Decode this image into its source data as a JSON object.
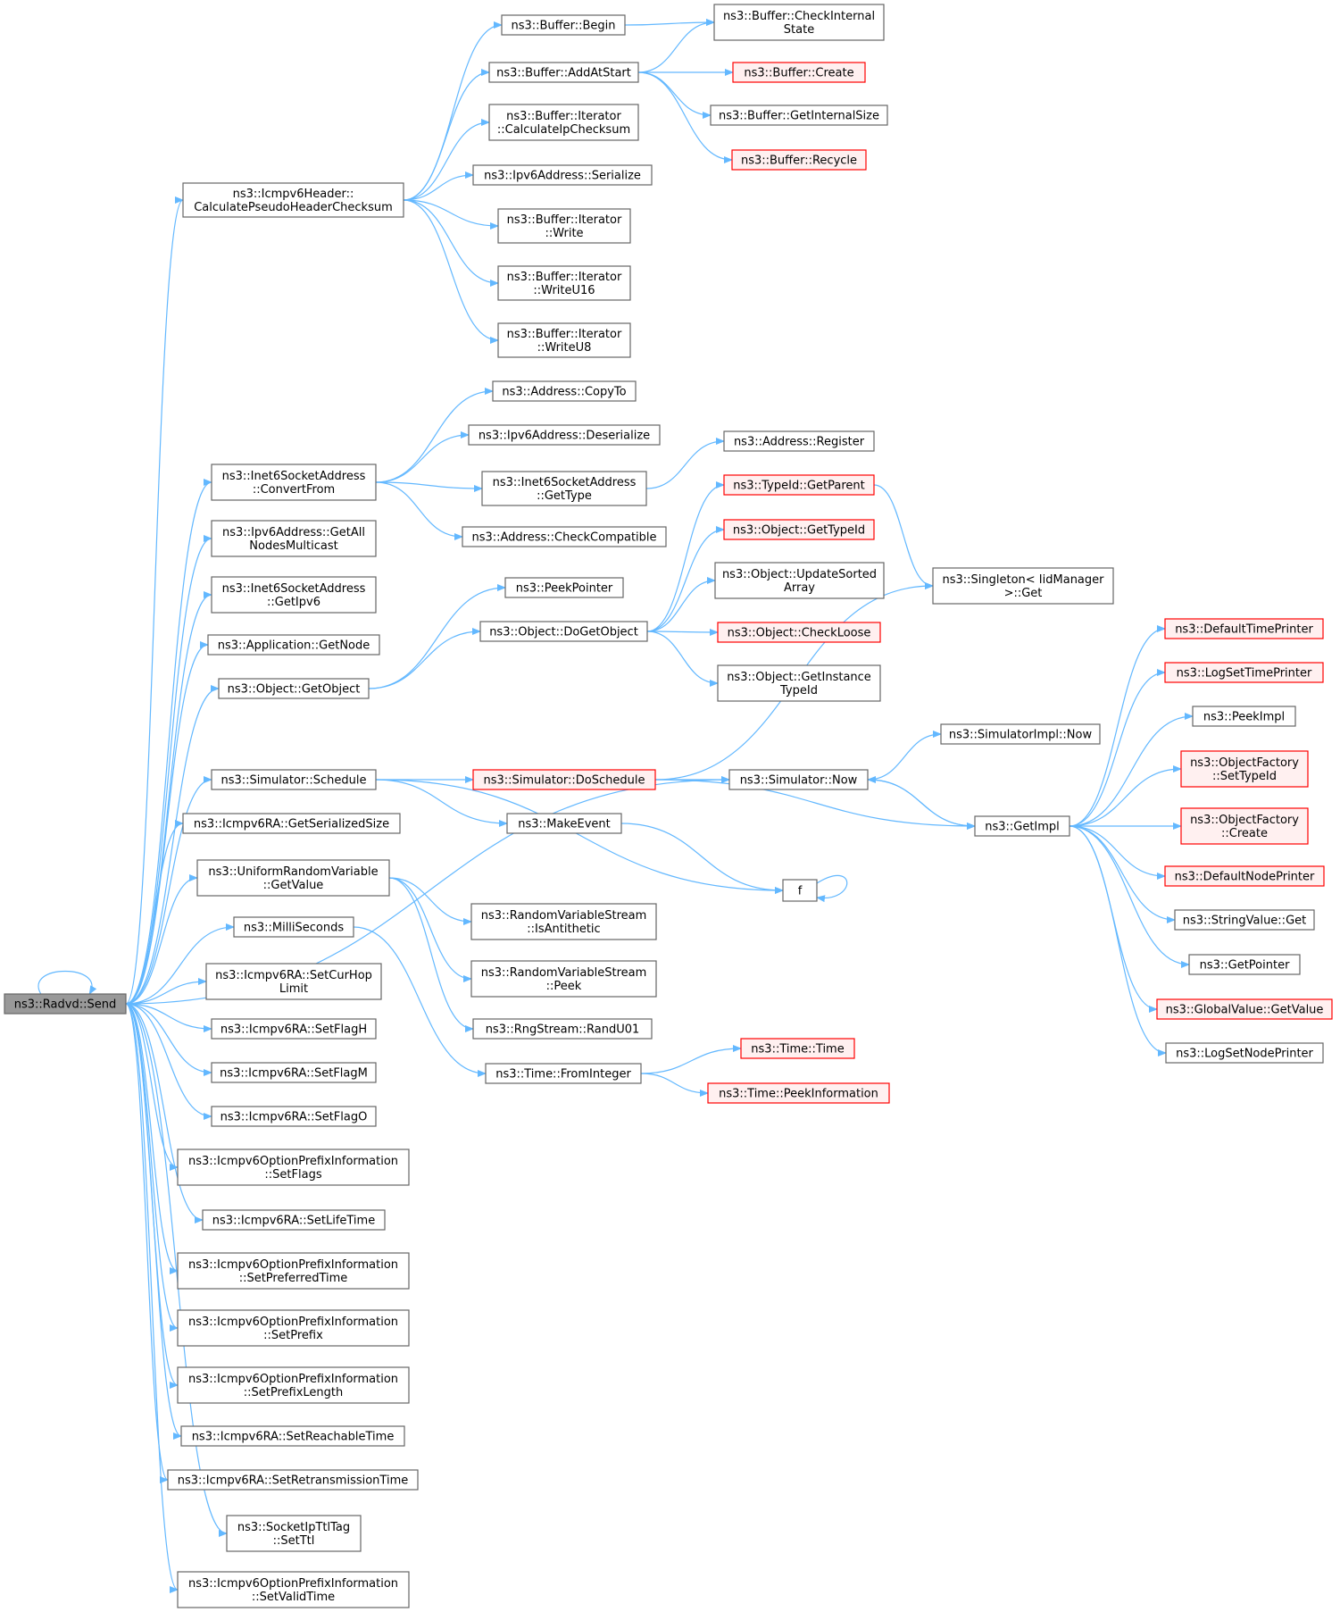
{
  "colors": {
    "edge": "#63b8ff",
    "border_default": "#666666",
    "border_truncated": "#ff0000",
    "fill_default": "#ffffff",
    "fill_truncated": "#fff0f0",
    "fill_root": "#999999"
  },
  "nodes": [
    {
      "id": "send",
      "lines": [
        "ns3::Radvd::Send"
      ],
      "style": "root"
    },
    {
      "id": "calcpseudo",
      "lines": [
        "ns3::Icmpv6Header::",
        "CalculatePseudoHeaderChecksum"
      ],
      "style": "default"
    },
    {
      "id": "bufbegin",
      "lines": [
        "ns3::Buffer::Begin"
      ],
      "style": "default"
    },
    {
      "id": "bufaddstart",
      "lines": [
        "ns3::Buffer::AddAtStart"
      ],
      "style": "default"
    },
    {
      "id": "bufcheck",
      "lines": [
        "ns3::Buffer::CheckInternal",
        "State"
      ],
      "style": "default"
    },
    {
      "id": "bufcreate",
      "lines": [
        "ns3::Buffer::Create"
      ],
      "style": "truncated"
    },
    {
      "id": "bufgetsize",
      "lines": [
        "ns3::Buffer::GetInternalSize"
      ],
      "style": "default"
    },
    {
      "id": "bufrecycle",
      "lines": [
        "ns3::Buffer::Recycle"
      ],
      "style": "truncated"
    },
    {
      "id": "iterchk",
      "lines": [
        "ns3::Buffer::Iterator",
        "::CalculateIpChecksum"
      ],
      "style": "default"
    },
    {
      "id": "ipv6ser",
      "lines": [
        "ns3::Ipv6Address::Serialize"
      ],
      "style": "default"
    },
    {
      "id": "iterwrite",
      "lines": [
        "ns3::Buffer::Iterator",
        "::Write"
      ],
      "style": "default"
    },
    {
      "id": "iterwriteu16",
      "lines": [
        "ns3::Buffer::Iterator",
        "::WriteU16"
      ],
      "style": "default"
    },
    {
      "id": "iterwriteu8",
      "lines": [
        "ns3::Buffer::Iterator",
        "::WriteU8"
      ],
      "style": "default"
    },
    {
      "id": "addrcopy",
      "lines": [
        "ns3::Address::CopyTo"
      ],
      "style": "default"
    },
    {
      "id": "ipv6deser",
      "lines": [
        "ns3::Ipv6Address::Deserialize"
      ],
      "style": "default"
    },
    {
      "id": "inet6conv",
      "lines": [
        "ns3::Inet6SocketAddress",
        "::ConvertFrom"
      ],
      "style": "default"
    },
    {
      "id": "inet6type",
      "lines": [
        "ns3::Inet6SocketAddress",
        "::GetType"
      ],
      "style": "default"
    },
    {
      "id": "addrreg",
      "lines": [
        "ns3::Address::Register"
      ],
      "style": "default"
    },
    {
      "id": "addrcompat",
      "lines": [
        "ns3::Address::CheckCompatible"
      ],
      "style": "default"
    },
    {
      "id": "ipv6allnodes",
      "lines": [
        "ns3::Ipv6Address::GetAll",
        "NodesMulticast"
      ],
      "style": "default"
    },
    {
      "id": "inet6ipv6",
      "lines": [
        "ns3::Inet6SocketAddress",
        "::GetIpv6"
      ],
      "style": "default"
    },
    {
      "id": "appgetnode",
      "lines": [
        "ns3::Application::GetNode"
      ],
      "style": "default"
    },
    {
      "id": "objgetobj",
      "lines": [
        "ns3::Object::GetObject"
      ],
      "style": "default"
    },
    {
      "id": "peekptr",
      "lines": [
        "ns3::PeekPointer"
      ],
      "style": "default"
    },
    {
      "id": "objdoget",
      "lines": [
        "ns3::Object::DoGetObject"
      ],
      "style": "default"
    },
    {
      "id": "typeidparent",
      "lines": [
        "ns3::TypeId::GetParent"
      ],
      "style": "truncated"
    },
    {
      "id": "objgettypeid",
      "lines": [
        "ns3::Object::GetTypeId"
      ],
      "style": "truncated"
    },
    {
      "id": "objupdsorted",
      "lines": [
        "ns3::Object::UpdateSorted",
        "Array"
      ],
      "style": "default"
    },
    {
      "id": "objloose",
      "lines": [
        "ns3::Object::CheckLoose"
      ],
      "style": "truncated"
    },
    {
      "id": "objinsttype",
      "lines": [
        "ns3::Object::GetInstance",
        "TypeId"
      ],
      "style": "default"
    },
    {
      "id": "singleton",
      "lines": [
        "ns3::Singleton< IidManager",
        ">::Get"
      ],
      "style": "default"
    },
    {
      "id": "simschedule",
      "lines": [
        "ns3::Simulator::Schedule"
      ],
      "style": "default"
    },
    {
      "id": "simdosched",
      "lines": [
        "ns3::Simulator::DoSchedule"
      ],
      "style": "truncated"
    },
    {
      "id": "simnow",
      "lines": [
        "ns3::Simulator::Now"
      ],
      "style": "default"
    },
    {
      "id": "simimplnow",
      "lines": [
        "ns3::SimulatorImpl::Now"
      ],
      "style": "default"
    },
    {
      "id": "getimpl",
      "lines": [
        "ns3::GetImpl"
      ],
      "style": "default"
    },
    {
      "id": "makeevent",
      "lines": [
        "ns3::MakeEvent"
      ],
      "style": "default"
    },
    {
      "id": "ffunc",
      "lines": [
        "f"
      ],
      "style": "default"
    },
    {
      "id": "ra_sersize",
      "lines": [
        "ns3::Icmpv6RA::GetSerializedSize"
      ],
      "style": "default"
    },
    {
      "id": "urvgetval",
      "lines": [
        "ns3::UniformRandomVariable",
        "::GetValue"
      ],
      "style": "default"
    },
    {
      "id": "rvsanti",
      "lines": [
        "ns3::RandomVariableStream",
        "::IsAntithetic"
      ],
      "style": "default"
    },
    {
      "id": "rvspeek",
      "lines": [
        "ns3::RandomVariableStream",
        "::Peek"
      ],
      "style": "default"
    },
    {
      "id": "rngrand",
      "lines": [
        "ns3::RngStream::RandU01"
      ],
      "style": "default"
    },
    {
      "id": "millisec",
      "lines": [
        "ns3::MilliSeconds"
      ],
      "style": "default"
    },
    {
      "id": "timefromint",
      "lines": [
        "ns3::Time::FromInteger"
      ],
      "style": "default"
    },
    {
      "id": "timetime",
      "lines": [
        "ns3::Time::Time"
      ],
      "style": "truncated"
    },
    {
      "id": "timepeek",
      "lines": [
        "ns3::Time::PeekInformation"
      ],
      "style": "truncated"
    },
    {
      "id": "ra_curhop",
      "lines": [
        "ns3::Icmpv6RA::SetCurHop",
        "Limit"
      ],
      "style": "default"
    },
    {
      "id": "ra_flagh",
      "lines": [
        "ns3::Icmpv6RA::SetFlagH"
      ],
      "style": "default"
    },
    {
      "id": "ra_flagm",
      "lines": [
        "ns3::Icmpv6RA::SetFlagM"
      ],
      "style": "default"
    },
    {
      "id": "ra_flago",
      "lines": [
        "ns3::Icmpv6RA::SetFlagO"
      ],
      "style": "default"
    },
    {
      "id": "opt_flags",
      "lines": [
        "ns3::Icmpv6OptionPrefixInformation",
        "::SetFlags"
      ],
      "style": "default"
    },
    {
      "id": "ra_life",
      "lines": [
        "ns3::Icmpv6RA::SetLifeTime"
      ],
      "style": "default"
    },
    {
      "id": "opt_pref",
      "lines": [
        "ns3::Icmpv6OptionPrefixInformation",
        "::SetPreferredTime"
      ],
      "style": "default"
    },
    {
      "id": "opt_prefix",
      "lines": [
        "ns3::Icmpv6OptionPrefixInformation",
        "::SetPrefix"
      ],
      "style": "default"
    },
    {
      "id": "opt_plen",
      "lines": [
        "ns3::Icmpv6OptionPrefixInformation",
        "::SetPrefixLength"
      ],
      "style": "default"
    },
    {
      "id": "ra_reach",
      "lines": [
        "ns3::Icmpv6RA::SetReachableTime"
      ],
      "style": "default"
    },
    {
      "id": "ra_retrans",
      "lines": [
        "ns3::Icmpv6RA::SetRetransmissionTime"
      ],
      "style": "default"
    },
    {
      "id": "sockttl",
      "lines": [
        "ns3::SocketIpTtlTag",
        "::SetTtl"
      ],
      "style": "default"
    },
    {
      "id": "opt_valid",
      "lines": [
        "ns3::Icmpv6OptionPrefixInformation",
        "::SetValidTime"
      ],
      "style": "default"
    },
    {
      "id": "deftime",
      "lines": [
        "ns3::DefaultTimePrinter"
      ],
      "style": "truncated"
    },
    {
      "id": "logtime",
      "lines": [
        "ns3::LogSetTimePrinter"
      ],
      "style": "truncated"
    },
    {
      "id": "peekimpl",
      "lines": [
        "ns3::PeekImpl"
      ],
      "style": "default"
    },
    {
      "id": "ofsettype",
      "lines": [
        "ns3::ObjectFactory",
        "::SetTypeId"
      ],
      "style": "truncated"
    },
    {
      "id": "ofcreate",
      "lines": [
        "ns3::ObjectFactory",
        "::Create"
      ],
      "style": "truncated"
    },
    {
      "id": "defnode",
      "lines": [
        "ns3::DefaultNodePrinter"
      ],
      "style": "truncated"
    },
    {
      "id": "strget",
      "lines": [
        "ns3::StringValue::Get"
      ],
      "style": "default"
    },
    {
      "id": "getptr",
      "lines": [
        "ns3::GetPointer"
      ],
      "style": "default"
    },
    {
      "id": "gvget",
      "lines": [
        "ns3::GlobalValue::GetValue"
      ],
      "style": "truncated"
    },
    {
      "id": "lognode",
      "lines": [
        "ns3::LogSetNodePrinter"
      ],
      "style": "default"
    }
  ],
  "edges": [
    [
      "send",
      "send"
    ],
    [
      "send",
      "calcpseudo"
    ],
    [
      "send",
      "inet6conv"
    ],
    [
      "send",
      "ipv6allnodes"
    ],
    [
      "send",
      "inet6ipv6"
    ],
    [
      "send",
      "appgetnode"
    ],
    [
      "send",
      "objgetobj"
    ],
    [
      "send",
      "simnow"
    ],
    [
      "send",
      "simschedule"
    ],
    [
      "send",
      "ra_sersize"
    ],
    [
      "send",
      "urvgetval"
    ],
    [
      "send",
      "millisec"
    ],
    [
      "send",
      "ra_curhop"
    ],
    [
      "send",
      "ra_flagh"
    ],
    [
      "send",
      "ra_flagm"
    ],
    [
      "send",
      "ra_flago"
    ],
    [
      "send",
      "opt_flags"
    ],
    [
      "send",
      "ra_life"
    ],
    [
      "send",
      "opt_pref"
    ],
    [
      "send",
      "opt_prefix"
    ],
    [
      "send",
      "opt_plen"
    ],
    [
      "send",
      "ra_reach"
    ],
    [
      "send",
      "ra_retrans"
    ],
    [
      "send",
      "sockttl"
    ],
    [
      "send",
      "opt_valid"
    ],
    [
      "calcpseudo",
      "bufbegin"
    ],
    [
      "calcpseudo",
      "bufaddstart"
    ],
    [
      "calcpseudo",
      "iterchk"
    ],
    [
      "calcpseudo",
      "ipv6ser"
    ],
    [
      "calcpseudo",
      "iterwrite"
    ],
    [
      "calcpseudo",
      "iterwriteu16"
    ],
    [
      "calcpseudo",
      "iterwriteu8"
    ],
    [
      "bufbegin",
      "bufcheck"
    ],
    [
      "bufaddstart",
      "bufcheck"
    ],
    [
      "bufaddstart",
      "bufcreate"
    ],
    [
      "bufaddstart",
      "bufgetsize"
    ],
    [
      "bufaddstart",
      "bufrecycle"
    ],
    [
      "inet6conv",
      "addrcopy"
    ],
    [
      "inet6conv",
      "ipv6deser"
    ],
    [
      "inet6conv",
      "inet6type"
    ],
    [
      "inet6conv",
      "addrcompat"
    ],
    [
      "inet6type",
      "addrreg"
    ],
    [
      "objgetobj",
      "peekptr"
    ],
    [
      "objgetobj",
      "objdoget"
    ],
    [
      "objdoget",
      "typeidparent"
    ],
    [
      "objdoget",
      "objgettypeid"
    ],
    [
      "objdoget",
      "objupdsorted"
    ],
    [
      "objdoget",
      "objloose"
    ],
    [
      "objdoget",
      "objinsttype"
    ],
    [
      "typeidparent",
      "singleton"
    ],
    [
      "simschedule",
      "simdosched"
    ],
    [
      "simschedule",
      "makeevent"
    ],
    [
      "simschedule",
      "ffunc"
    ],
    [
      "simdosched",
      "singleton"
    ],
    [
      "simdosched",
      "simnow"
    ],
    [
      "simdosched",
      "getimpl"
    ],
    [
      "simnow",
      "simimplnow"
    ],
    [
      "simnow",
      "getimpl"
    ],
    [
      "getimpl",
      "deftime"
    ],
    [
      "getimpl",
      "logtime"
    ],
    [
      "getimpl",
      "peekimpl"
    ],
    [
      "getimpl",
      "ofsettype"
    ],
    [
      "getimpl",
      "ofcreate"
    ],
    [
      "getimpl",
      "defnode"
    ],
    [
      "getimpl",
      "strget"
    ],
    [
      "getimpl",
      "getptr"
    ],
    [
      "getimpl",
      "gvget"
    ],
    [
      "getimpl",
      "lognode"
    ],
    [
      "getimpl",
      "simnow"
    ],
    [
      "makeevent",
      "ffunc"
    ],
    [
      "ffunc",
      "ffunc"
    ],
    [
      "urvgetval",
      "rvsanti"
    ],
    [
      "urvgetval",
      "rvspeek"
    ],
    [
      "urvgetval",
      "rngrand"
    ],
    [
      "millisec",
      "timefromint"
    ],
    [
      "timefromint",
      "timetime"
    ],
    [
      "timefromint",
      "timepeek"
    ]
  ]
}
